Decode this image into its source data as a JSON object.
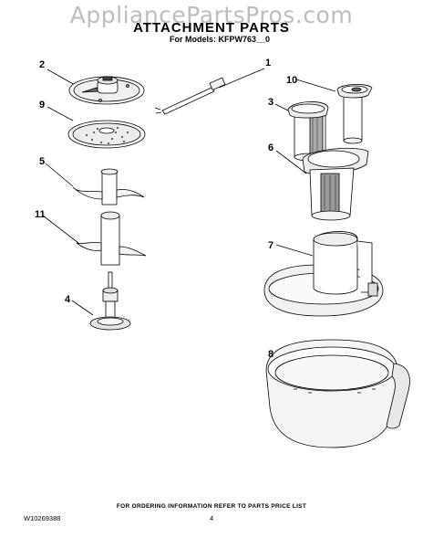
{
  "watermark": "AppliancePartsPros.com",
  "header": {
    "title": "ATTACHMENT PARTS",
    "models": "For Models: KFPW763__0"
  },
  "callouts": [
    "1",
    "2",
    "3",
    "4",
    "5",
    "6",
    "7",
    "8",
    "9",
    "10",
    "11"
  ],
  "footer": {
    "ordering_note": "FOR ORDERING INFORMATION REFER TO PARTS PRICE LIST",
    "document_number": "W10269388",
    "page_number": "4"
  }
}
